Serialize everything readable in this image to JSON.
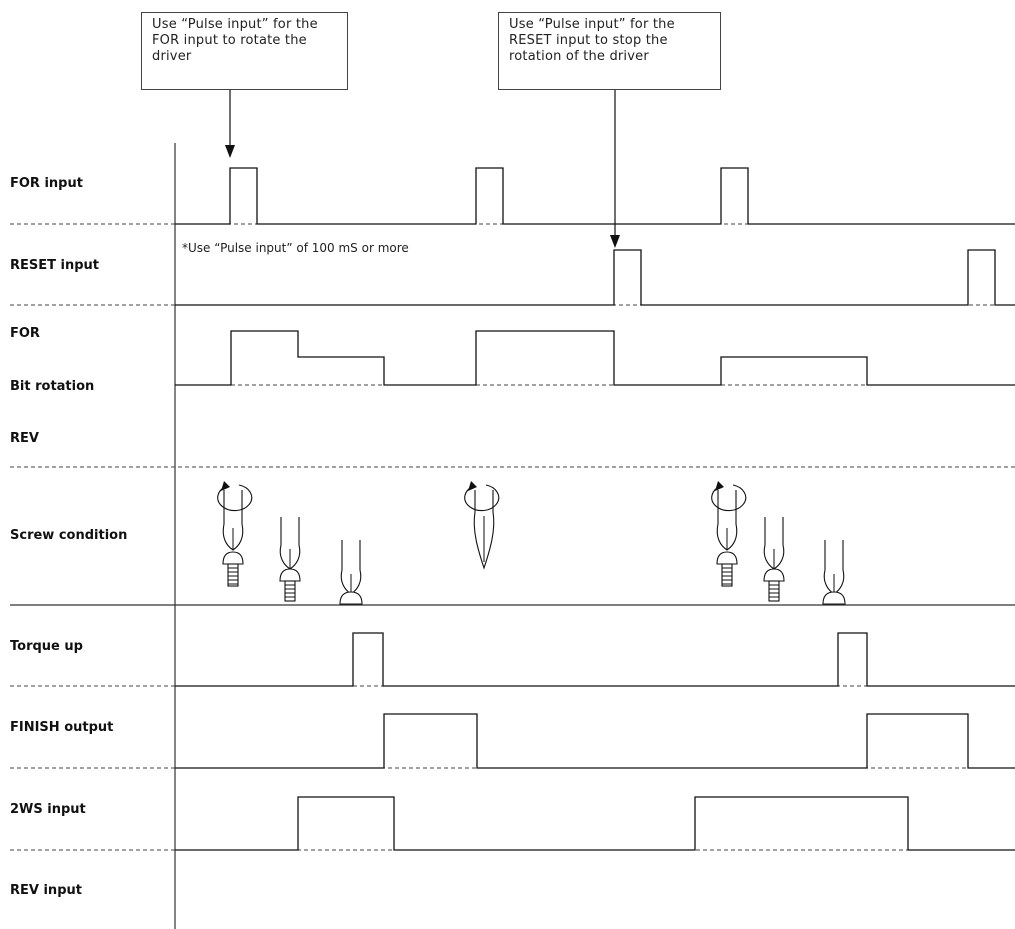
{
  "callouts": {
    "for_pulse": "Use “Pulse input” for the FOR input to rotate the driver",
    "reset_pulse": "Use “Pulse input” for the RESET input to stop the rotation of the driver"
  },
  "note": "*Use “Pulse input” of 100 mS or more",
  "labels": {
    "for_input": "FOR input",
    "reset_input": "RESET input",
    "for": "FOR",
    "bit_rotation": "Bit rotation",
    "rev": "REV",
    "screw_condition": "Screw condition",
    "torque_up": "Torque up",
    "finish_output": "FINISH output",
    "ws2_input": "2WS input",
    "rev_input": "REV input"
  },
  "colors": {
    "line": "#111111",
    "dashed": "#444444"
  }
}
